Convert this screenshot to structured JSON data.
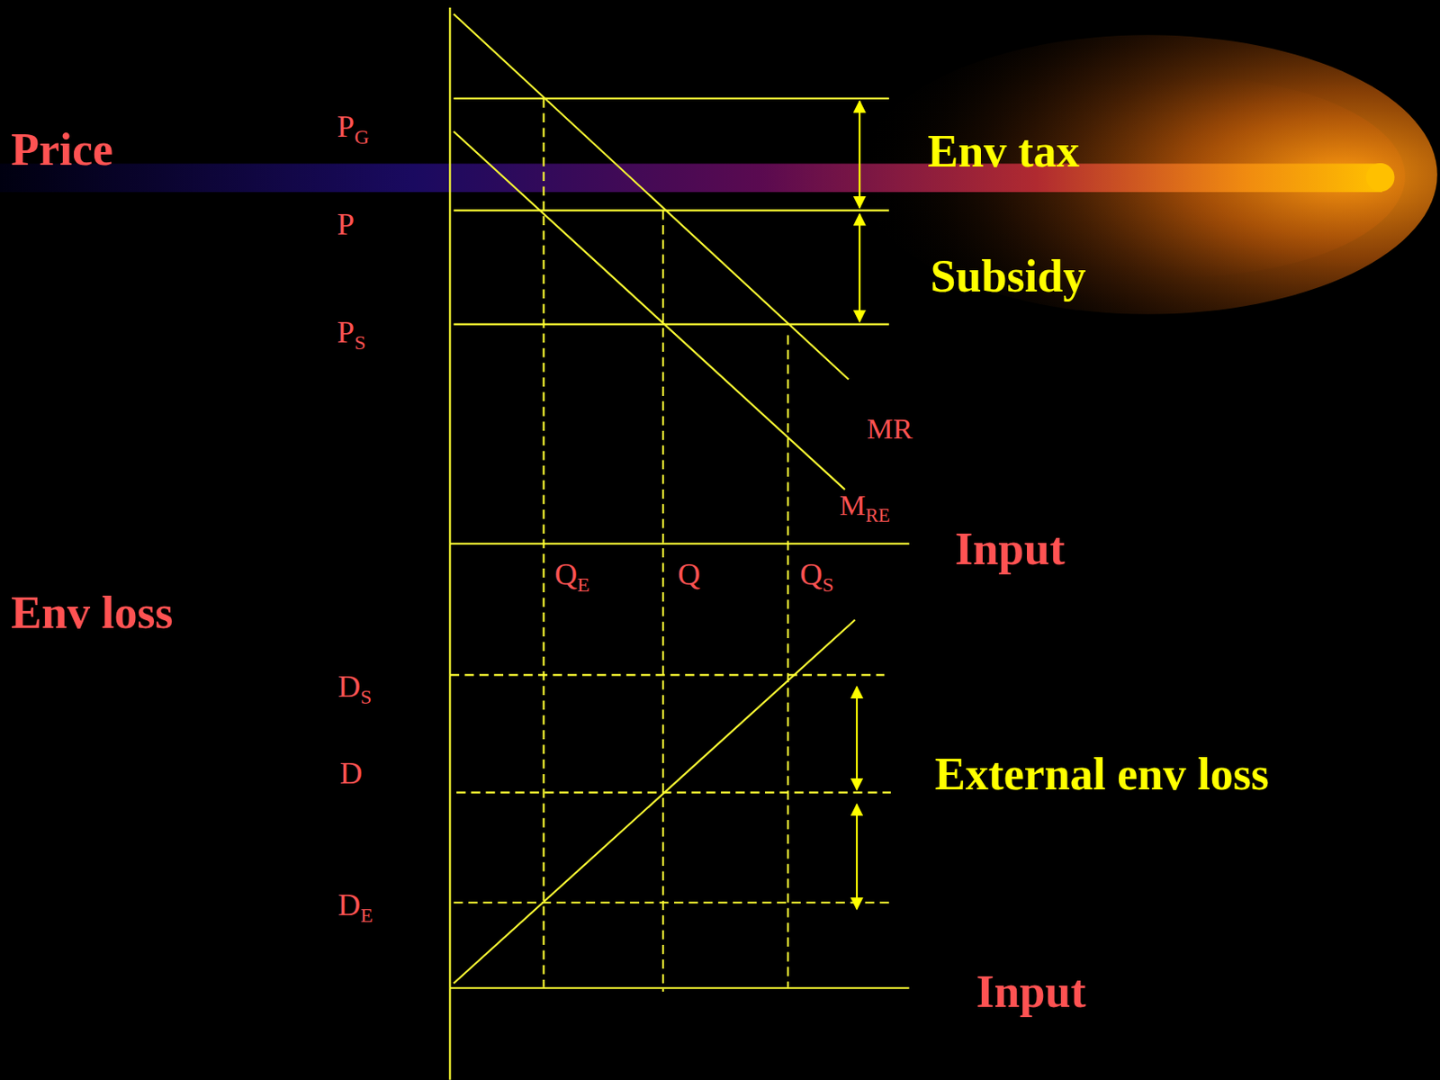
{
  "diagram": {
    "labels": [
      "Price",
      "PG",
      "P",
      "PS",
      "Env tax",
      "Subsidy",
      "MR",
      "MRE",
      "Input",
      "QE",
      "Q",
      "QS",
      "Env loss",
      "DS",
      "D",
      "DE",
      "External env loss",
      "Input"
    ]
  }
}
